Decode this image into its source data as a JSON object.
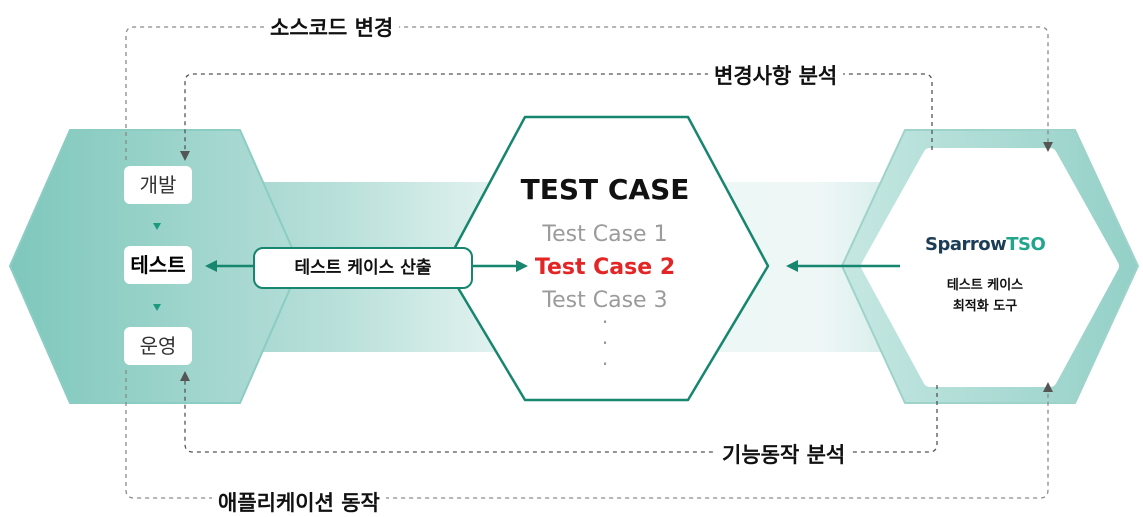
{
  "flows": {
    "source_change": "소스코드 변경",
    "change_analysis": "변경사항 분석",
    "function_analysis": "기능동작 분석",
    "app_operation": "애플리케이션 동작"
  },
  "stages": {
    "develop": "개발",
    "test": "테스트",
    "operate": "운영"
  },
  "extraction_label": "테스트 케이스 산출",
  "test_case_panel": {
    "title": "TEST CASE",
    "items": [
      "Test Case 1",
      "Test Case 2",
      "Test Case 3"
    ],
    "highlighted_item": "Test Case 2",
    "ellipsis": "·\n·\n·"
  },
  "tool": {
    "brand_main": "Sparrow",
    "brand_suffix": "TSO",
    "description_line1": "테스트 케이스",
    "description_line2": "최적화 도구"
  },
  "colors": {
    "teal_band": "#8ccdc3",
    "accent_green": "#17866f",
    "highlight_red": "#e32525",
    "muted_gray": "#9b9b9b",
    "brand_navy": "#1b3d56",
    "brand_teal": "#21a68b"
  }
}
